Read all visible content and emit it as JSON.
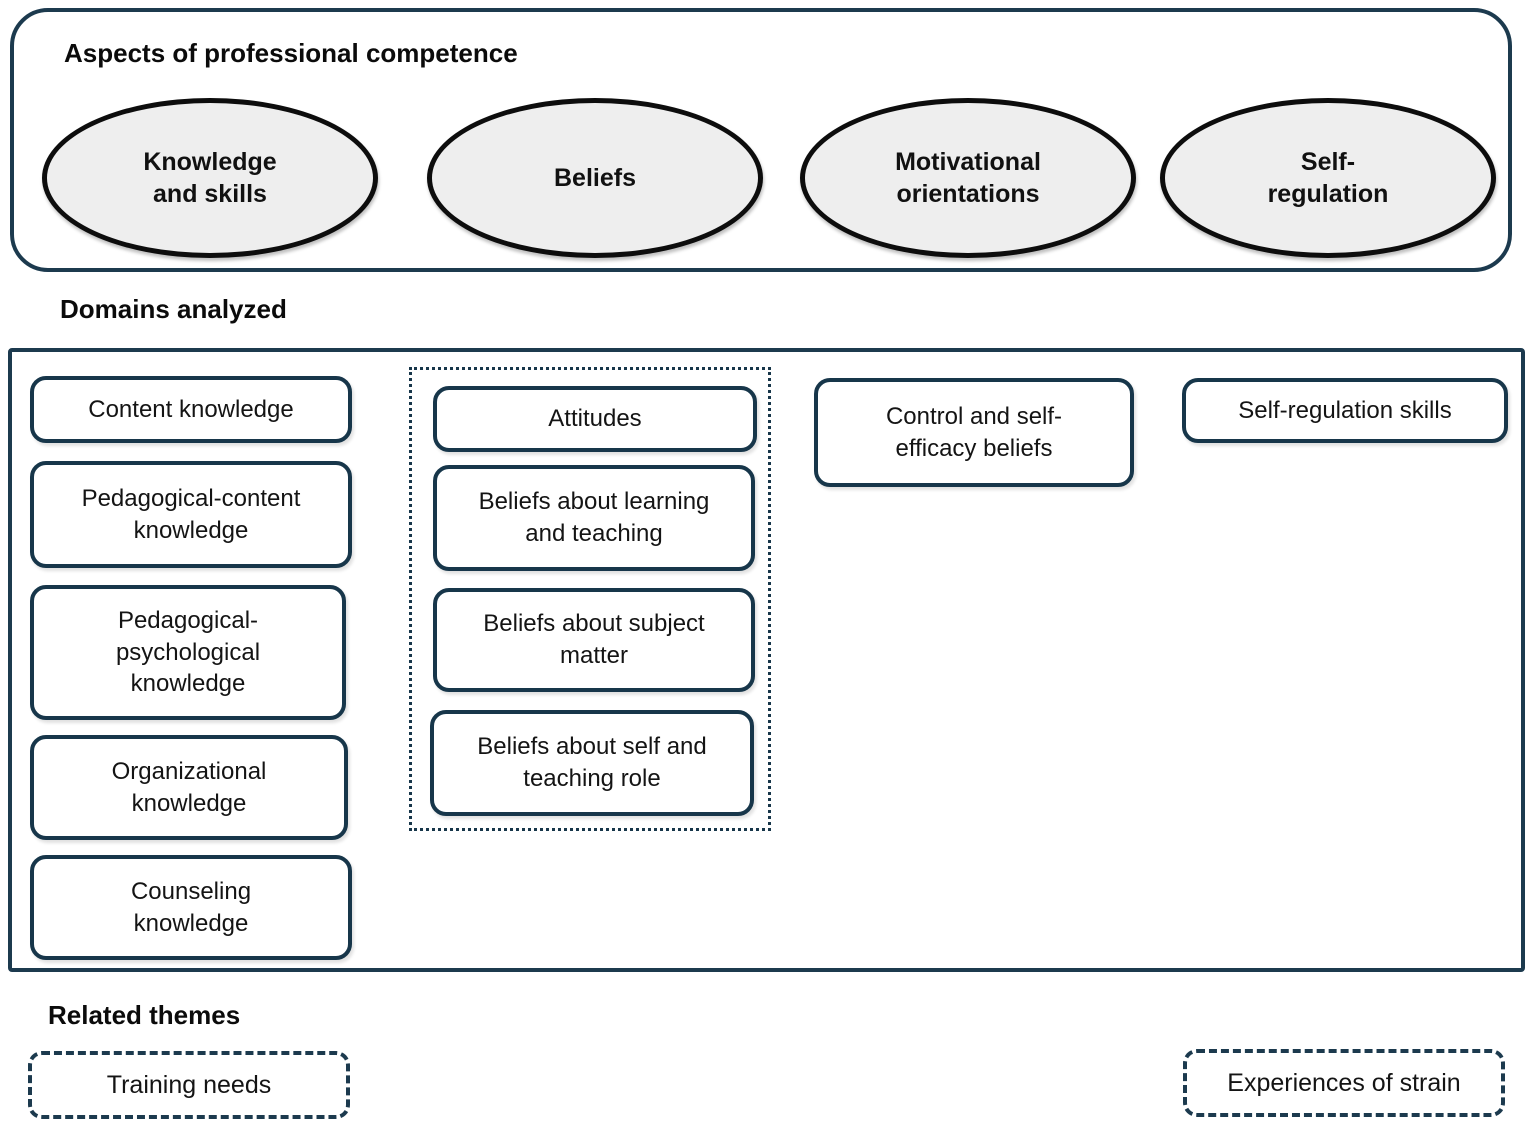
{
  "colors": {
    "outline_dark": "#1c3a4e",
    "box_border": "#17364a",
    "ellipse_border": "#0d0d0d",
    "ellipse_fill": "#eeeeee",
    "background": "#ffffff",
    "text": "#111111"
  },
  "competence": {
    "title": "Aspects of professional competence",
    "ellipses": [
      {
        "label": "Knowledge\nand skills"
      },
      {
        "label": "Beliefs"
      },
      {
        "label": "Motivational\norientations"
      },
      {
        "label": "Self-\nregulation"
      }
    ]
  },
  "domains": {
    "title": "Domains analyzed",
    "knowledge_column": [
      {
        "label": "Content knowledge"
      },
      {
        "label": "Pedagogical-content\nknowledge"
      },
      {
        "label": "Pedagogical-\npsychological\nknowledge"
      },
      {
        "label": "Organizational\nknowledge"
      },
      {
        "label": "Counseling\nknowledge"
      }
    ],
    "beliefs_column": [
      {
        "label": "Attitudes"
      },
      {
        "label": "Beliefs about learning\nand teaching"
      },
      {
        "label": "Beliefs about subject\nmatter"
      },
      {
        "label": "Beliefs about self and\nteaching role"
      }
    ],
    "motivation_box": {
      "label": "Control and self-\nefficacy beliefs"
    },
    "selfregulation_box": {
      "label": "Self-regulation skills"
    }
  },
  "themes": {
    "title": "Related themes",
    "items": [
      {
        "label": "Training needs"
      },
      {
        "label": "Experiences of strain"
      }
    ]
  }
}
